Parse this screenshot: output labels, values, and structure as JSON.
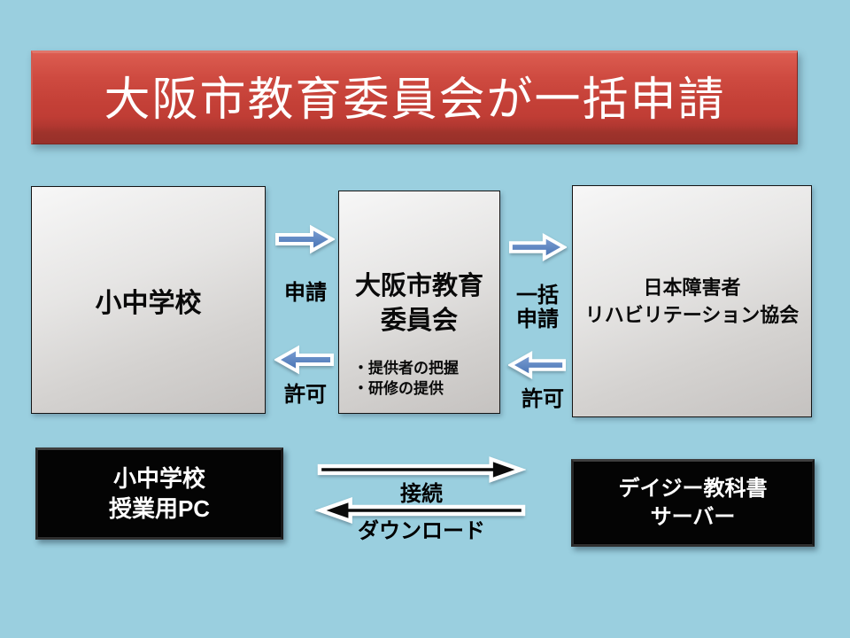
{
  "title": {
    "text": "大阪市教育委員会が一括申請"
  },
  "boxes": {
    "school": {
      "label": "小中学校"
    },
    "board": {
      "title_line1": "大阪市教育",
      "title_line2": "委員会",
      "bullet1": "・提供者の把握",
      "bullet2": "・研修の提供"
    },
    "rehab": {
      "line1": "日本障害者",
      "line2": "リハビリテーション協会"
    },
    "pc": {
      "line1": "小中学校",
      "line2": "授業用PC"
    },
    "server": {
      "line1": "デイジー教科書",
      "line2": "サーバー"
    }
  },
  "arrows": {
    "apply": {
      "label": "申請",
      "direction": "right"
    },
    "permit_left": {
      "label": "許可",
      "direction": "left"
    },
    "bulk_apply": {
      "label_line1": "一括",
      "label_line2": "申請",
      "direction": "right"
    },
    "permit_right": {
      "label": "許可",
      "direction": "left"
    },
    "connect": {
      "label": "接続",
      "direction": "right"
    },
    "download": {
      "label": "ダウンロード",
      "direction": "left"
    }
  },
  "colors": {
    "background": "#9ACFDF",
    "banner_red": "#C5413A",
    "banner_red_dark": "#98302A",
    "arrow_blue": "#4A79BA",
    "arrow_blue_light": "#7FA1D4",
    "gray_box_top": "#F7F7F7",
    "gray_box_bottom": "#C5C2C0",
    "black_box": "#040404",
    "text_dark": "#0A0A0A",
    "text_light": "#FFFFFF"
  }
}
